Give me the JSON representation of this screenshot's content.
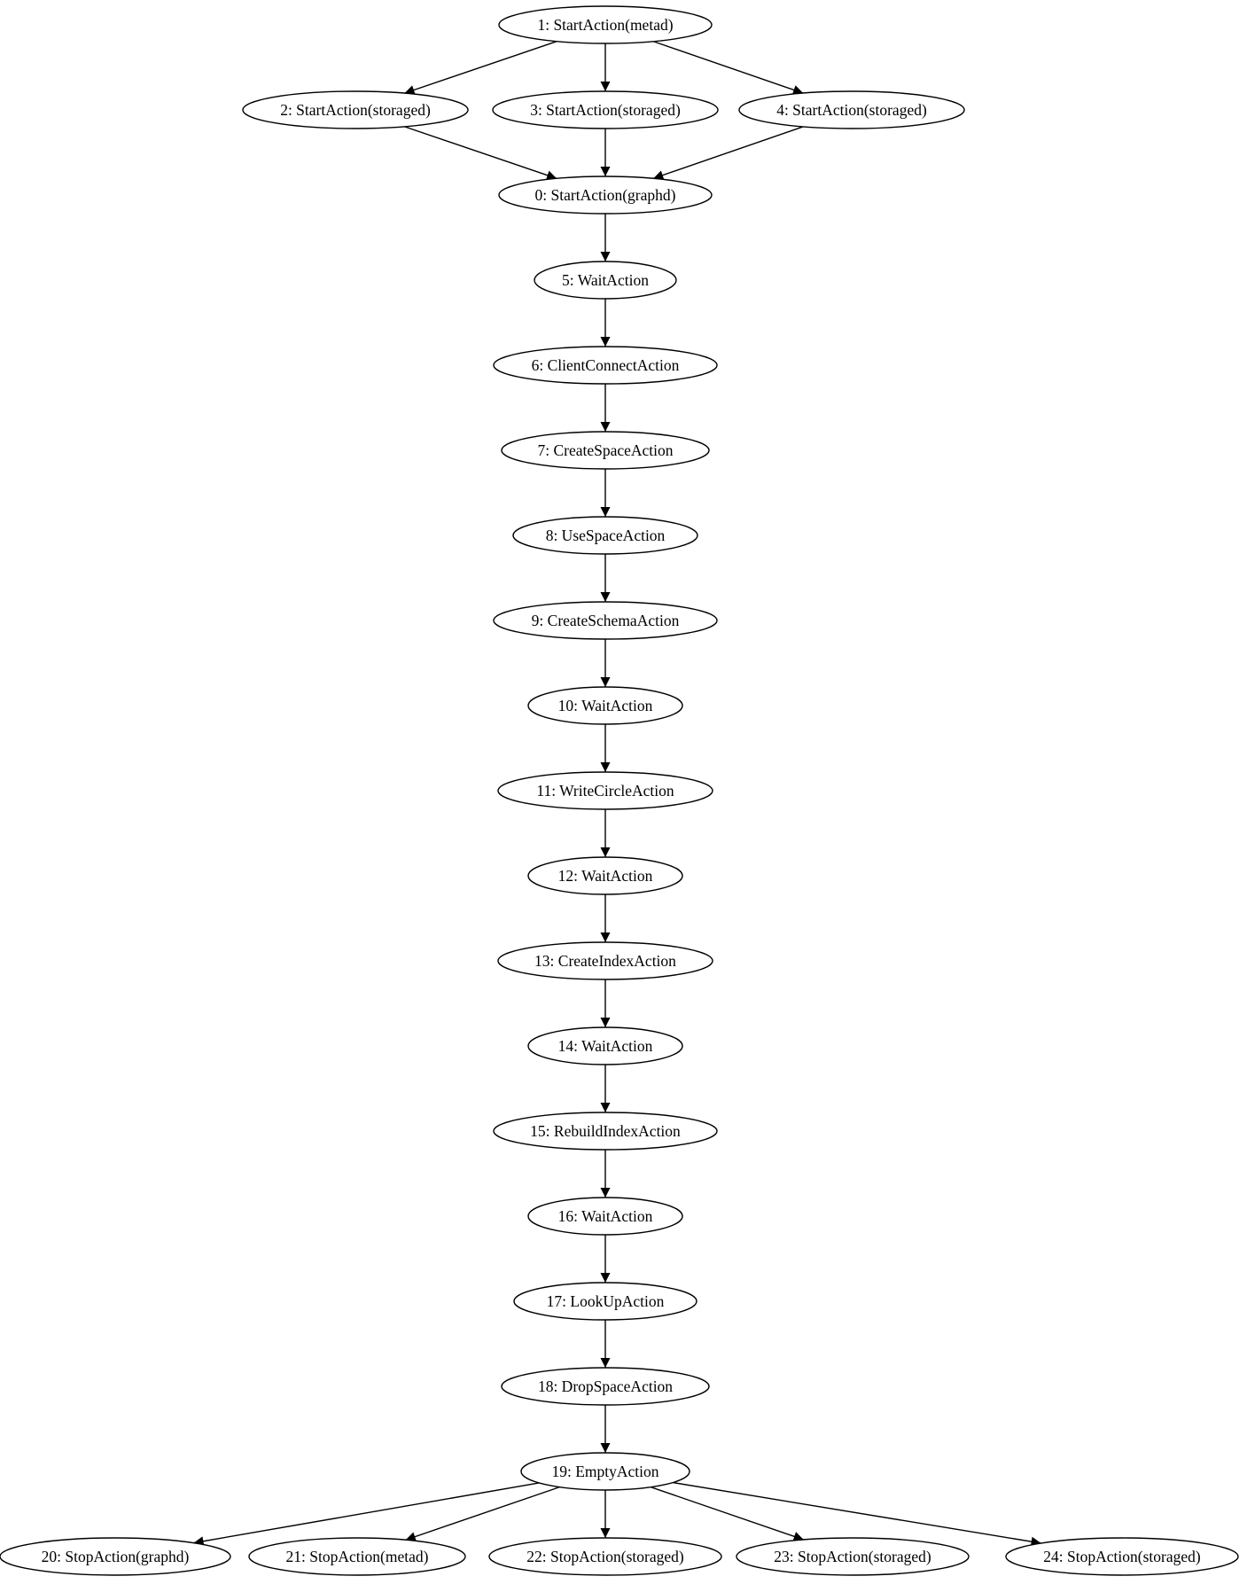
{
  "nodes": [
    {
      "id": "n1",
      "label": "1: StartAction(metad)"
    },
    {
      "id": "n2",
      "label": "2: StartAction(storaged)"
    },
    {
      "id": "n3",
      "label": "3: StartAction(storaged)"
    },
    {
      "id": "n4",
      "label": "4: StartAction(storaged)"
    },
    {
      "id": "n0",
      "label": "0: StartAction(graphd)"
    },
    {
      "id": "n5",
      "label": "5: WaitAction"
    },
    {
      "id": "n6",
      "label": "6: ClientConnectAction"
    },
    {
      "id": "n7",
      "label": "7: CreateSpaceAction"
    },
    {
      "id": "n8",
      "label": "8: UseSpaceAction"
    },
    {
      "id": "n9",
      "label": "9: CreateSchemaAction"
    },
    {
      "id": "n10",
      "label": "10: WaitAction"
    },
    {
      "id": "n11",
      "label": "11: WriteCircleAction"
    },
    {
      "id": "n12",
      "label": "12: WaitAction"
    },
    {
      "id": "n13",
      "label": "13: CreateIndexAction"
    },
    {
      "id": "n14",
      "label": "14: WaitAction"
    },
    {
      "id": "n15",
      "label": "15: RebuildIndexAction"
    },
    {
      "id": "n16",
      "label": "16: WaitAction"
    },
    {
      "id": "n17",
      "label": "17: LookUpAction"
    },
    {
      "id": "n18",
      "label": "18: DropSpaceAction"
    },
    {
      "id": "n19",
      "label": "19: EmptyAction"
    },
    {
      "id": "n20",
      "label": "20: StopAction(graphd)"
    },
    {
      "id": "n21",
      "label": "21: StopAction(metad)"
    },
    {
      "id": "n22",
      "label": "22: StopAction(storaged)"
    },
    {
      "id": "n23",
      "label": "23: StopAction(storaged)"
    },
    {
      "id": "n24",
      "label": "24: StopAction(storaged)"
    }
  ],
  "edges": [
    [
      "n1",
      "n2"
    ],
    [
      "n1",
      "n3"
    ],
    [
      "n1",
      "n4"
    ],
    [
      "n2",
      "n0"
    ],
    [
      "n3",
      "n0"
    ],
    [
      "n4",
      "n0"
    ],
    [
      "n0",
      "n5"
    ],
    [
      "n5",
      "n6"
    ],
    [
      "n6",
      "n7"
    ],
    [
      "n7",
      "n8"
    ],
    [
      "n8",
      "n9"
    ],
    [
      "n9",
      "n10"
    ],
    [
      "n10",
      "n11"
    ],
    [
      "n11",
      "n12"
    ],
    [
      "n12",
      "n13"
    ],
    [
      "n13",
      "n14"
    ],
    [
      "n14",
      "n15"
    ],
    [
      "n15",
      "n16"
    ],
    [
      "n16",
      "n17"
    ],
    [
      "n17",
      "n18"
    ],
    [
      "n18",
      "n19"
    ],
    [
      "n19",
      "n20"
    ],
    [
      "n19",
      "n21"
    ],
    [
      "n19",
      "n22"
    ],
    [
      "n19",
      "n23"
    ],
    [
      "n19",
      "n24"
    ]
  ]
}
